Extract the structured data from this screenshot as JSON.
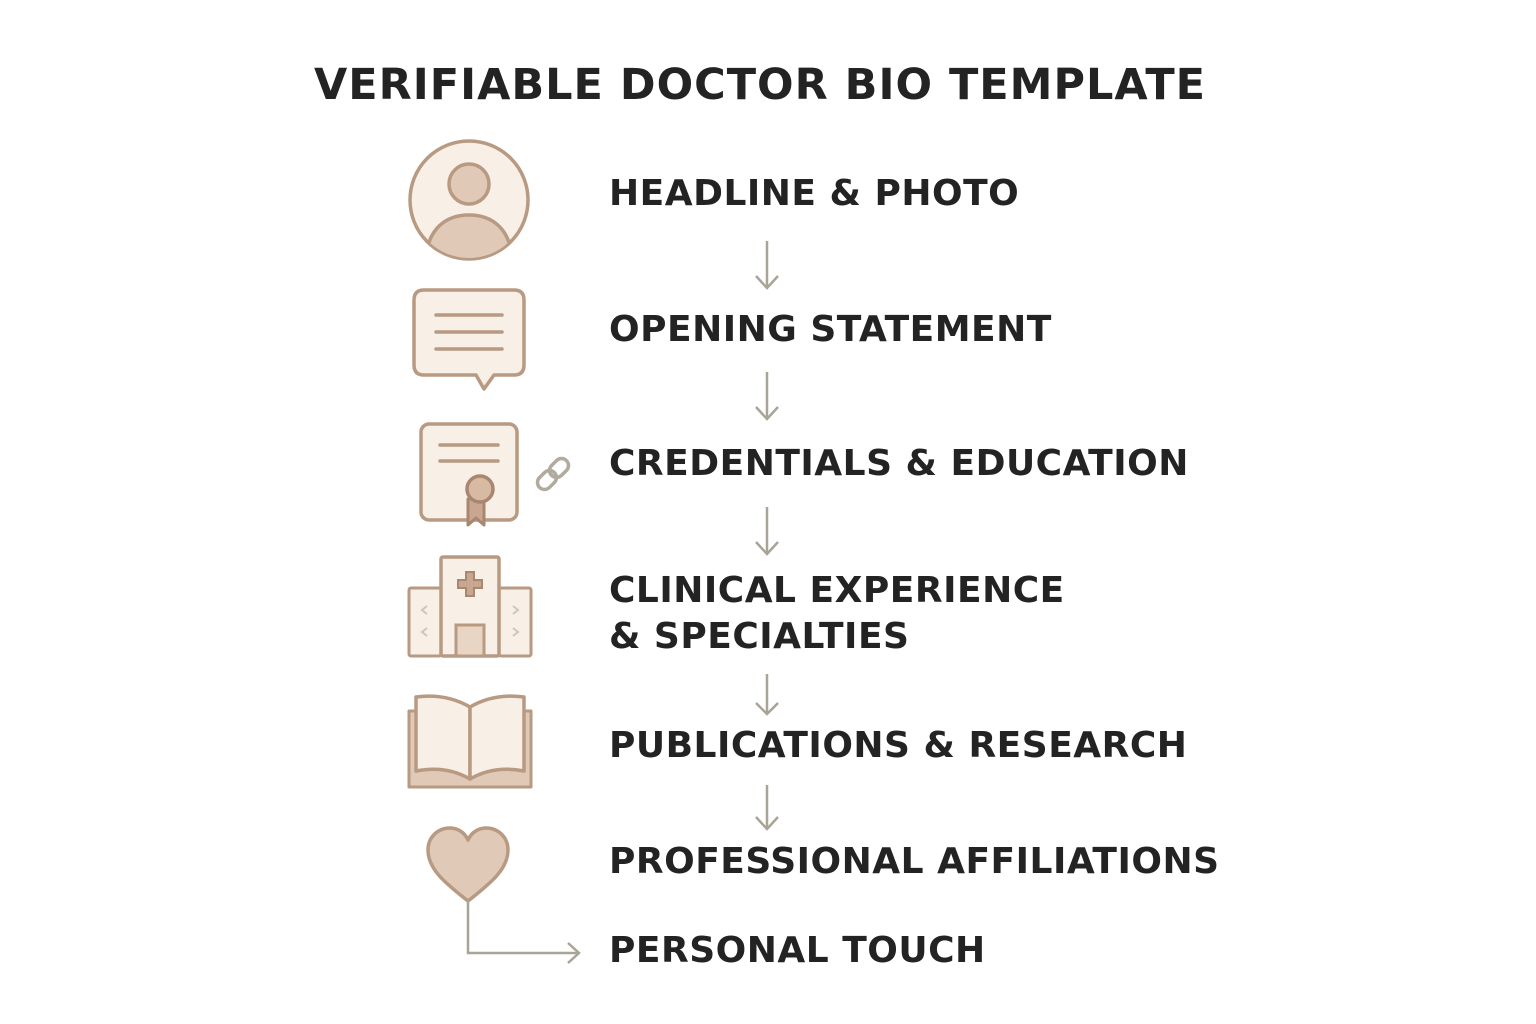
{
  "title": "VERIFIABLE DOCTOR BIO TEMPLATE",
  "steps": [
    {
      "label": "HEADLINE & PHOTO",
      "icon": "user-avatar-icon"
    },
    {
      "label": "OPENING STATEMENT",
      "icon": "speech-bubble-icon"
    },
    {
      "label": "CREDENTIALS & EDUCATION",
      "icon": "certificate-icon"
    },
    {
      "label_line1": "CLINICAL EXPERIENCE",
      "label_line2": "& SPECIALTIES",
      "icon": "hospital-icon"
    },
    {
      "label": "PUBLICATIONS & RESEARCH",
      "icon": "open-book-icon"
    },
    {
      "label": "PROFESSIONAL AFFILIATIONS",
      "icon": "heart-icon"
    },
    {
      "label": "PERSONAL TOUCH"
    }
  ],
  "colors": {
    "icon_fill": "#f8efe6",
    "icon_stroke": "#b89a82",
    "icon_accent": "#d8c0ad",
    "arrow": "#a8a597",
    "text": "#232323"
  }
}
